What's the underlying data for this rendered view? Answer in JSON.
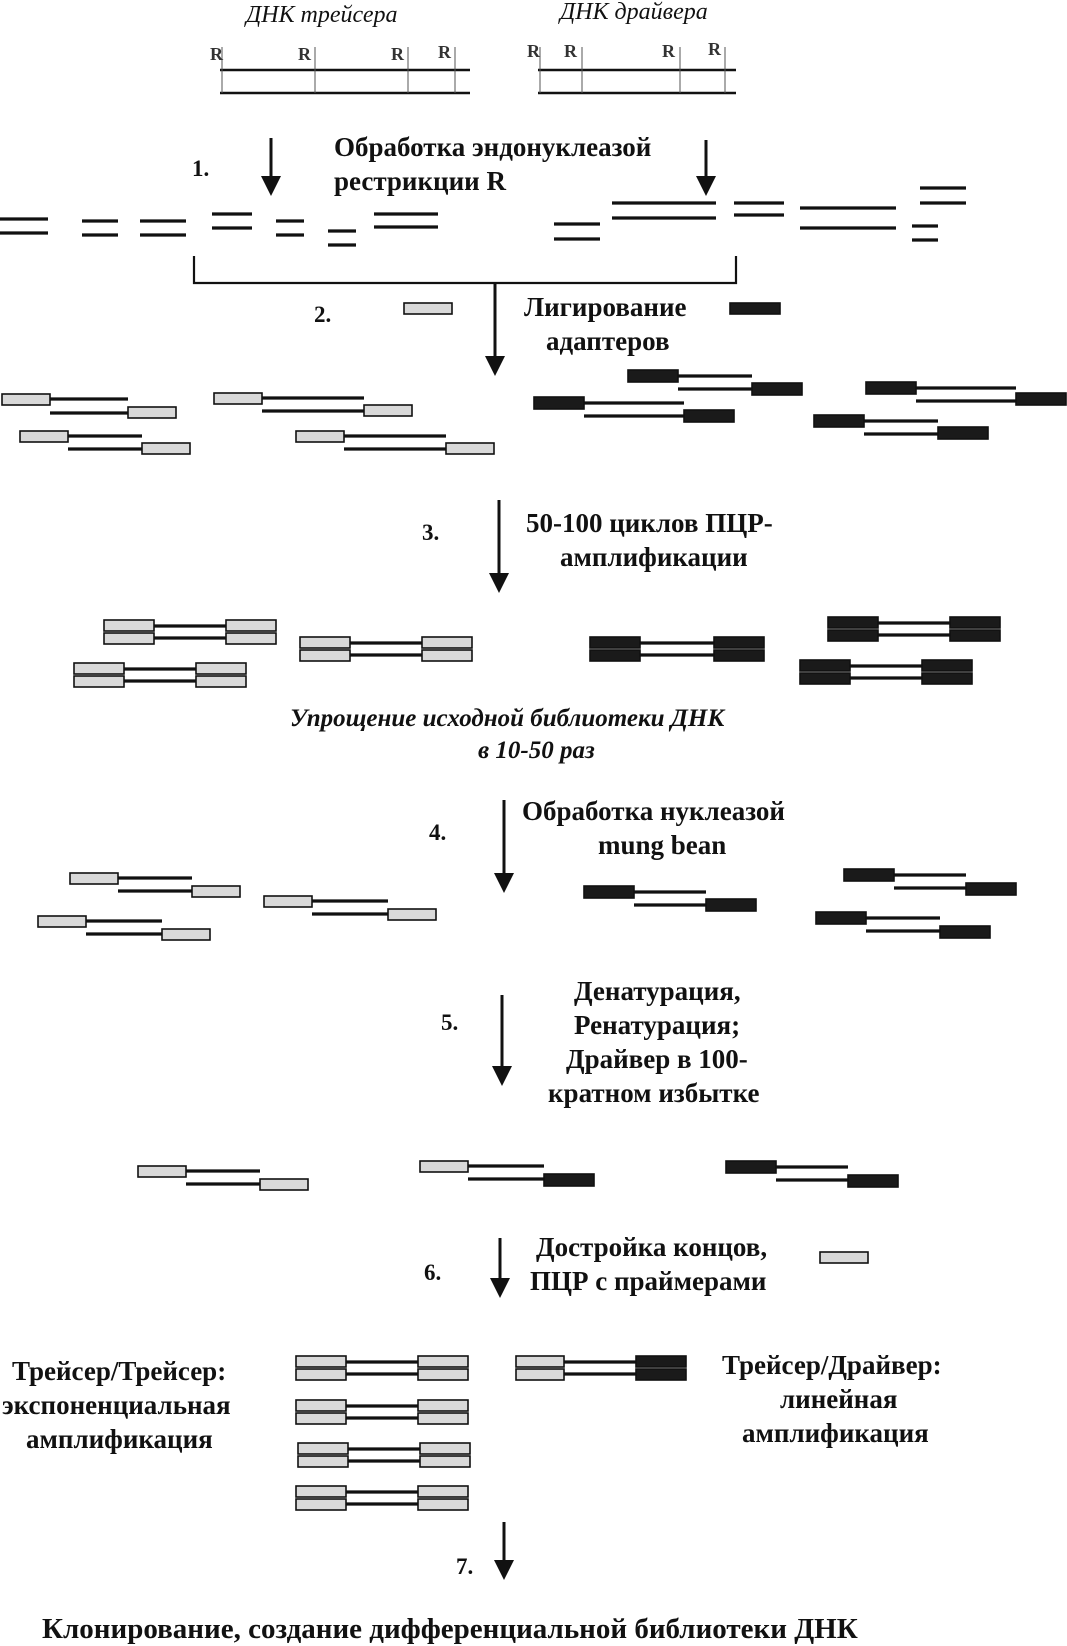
{
  "header": {
    "tracer_dna": "ДНК трейсера",
    "driver_dna": "ДНК драйвера",
    "site_label": "R"
  },
  "steps": [
    {
      "num": "1.",
      "lines": [
        "Обработка эндонуклеазой",
        "рестрикции R"
      ]
    },
    {
      "num": "2.",
      "lines": [
        "Лигирование",
        "адаптеров"
      ]
    },
    {
      "num": "3.",
      "lines": [
        "50-100 циклов ПЦР-",
        "амплификации"
      ]
    },
    {
      "num": "4.",
      "lines": [
        "Обработка нуклеазой",
        "mung bean"
      ]
    },
    {
      "num": "5.",
      "lines": [
        "Денатурация,",
        "Ренатурация;",
        "Драйвер в 100-",
        "кратном избытке"
      ]
    },
    {
      "num": "6.",
      "lines": [
        "Достройка концов,",
        "ПЦР с праймерами"
      ]
    },
    {
      "num": "7.",
      "lines": []
    }
  ],
  "simplification": [
    "Упрощение исходной библиотеки ДНК",
    "в 10-50 раз"
  ],
  "outcomes": {
    "tracer_tracer": [
      "Трейсер/Трейсер:",
      "экспоненциальная",
      "амплификация"
    ],
    "tracer_driver": [
      "Трейсер/Драйвер:",
      "линейная",
      "амплификация"
    ]
  },
  "footer": "Клонирование, создание дифференциальной библиотеки ДНК",
  "colors": {
    "tracer_adapter": "#d9d9d9",
    "driver_adapter": "#1a1a1a"
  }
}
